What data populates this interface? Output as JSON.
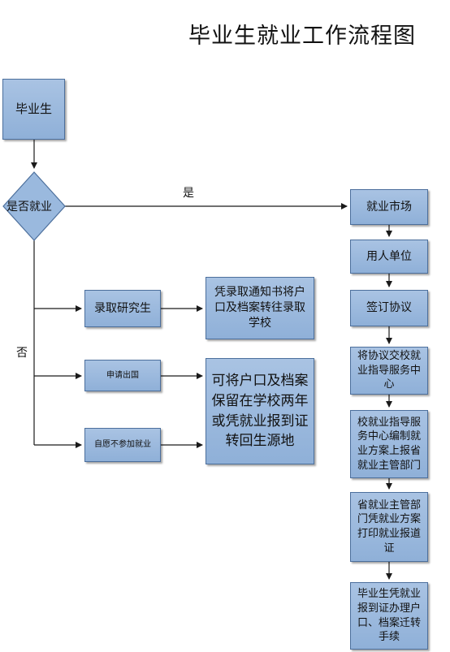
{
  "title": "毕业生就业工作流程图",
  "start": "毕业生",
  "decision": "是否就业",
  "yes_label": "是",
  "no_label": "否",
  "left_branch": {
    "postgrad": "录取研究生",
    "postgrad_result": "凭录取通知书将户口及档案转往录取学校",
    "abroad": "申请出国",
    "no_employment": "自愿不参加就业",
    "hold_result": "可将户口及档案保留在学校两年或凭就业报到证转回生源地"
  },
  "right_steps": [
    "就业市场",
    "用人单位",
    "签订协议",
    "将协议交校就业指导服务中心",
    "校就业指导服务中心编制就业方案上报省就业主管部门",
    "省就业主管部门凭就业方案打印就业报道证",
    "毕业生凭就业报到证办理户口、档案迁转手续"
  ],
  "colors": {
    "box_fill": "#9ab9de",
    "line": "#1a1a1a"
  }
}
